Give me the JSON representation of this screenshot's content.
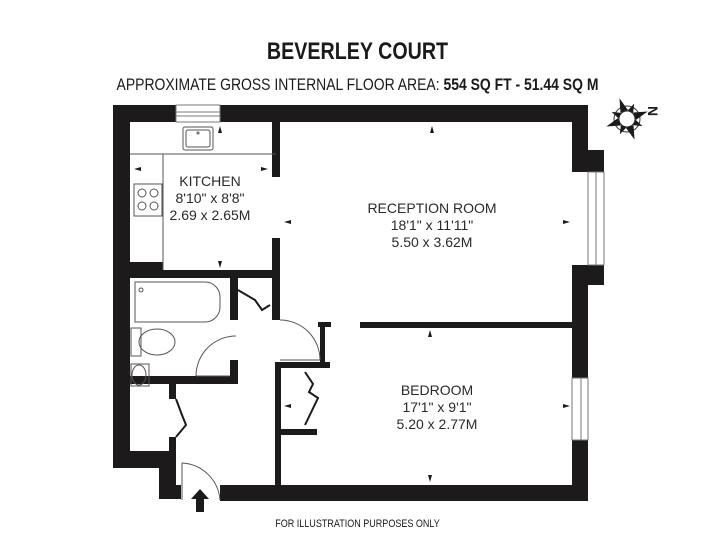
{
  "header": {
    "title": "BEVERLEY COURT",
    "area_prefix": "APPROXIMATE GROSS INTERNAL FLOOR AREA:",
    "area_sqft": "554 SQ FT",
    "area_sep": "-",
    "area_sqm": "51.44 SQ M"
  },
  "compass": {
    "icon": "compass-rose-icon",
    "label": "N"
  },
  "rooms": {
    "kitchen": {
      "name": "KITCHEN",
      "imperial": "8'10\" x 8'8\"",
      "metric": "2.69 x 2.65M"
    },
    "reception": {
      "name": "RECEPTION ROOM",
      "imperial": "18'1\" x 11'11\"",
      "metric": "5.50 x 3.62M"
    },
    "bedroom": {
      "name": "BEDROOM",
      "imperial": "17'1\" x 9'1\"",
      "metric": "5.20 x 2.77M"
    }
  },
  "entrance": {
    "icon": "entrance-arrow-icon"
  },
  "footer": {
    "disclaimer": "FOR ILLUSTRATION PURPOSES ONLY"
  },
  "colors": {
    "wall": "#1c1a1a",
    "fixture_line": "#555555",
    "background": "#ffffff"
  }
}
